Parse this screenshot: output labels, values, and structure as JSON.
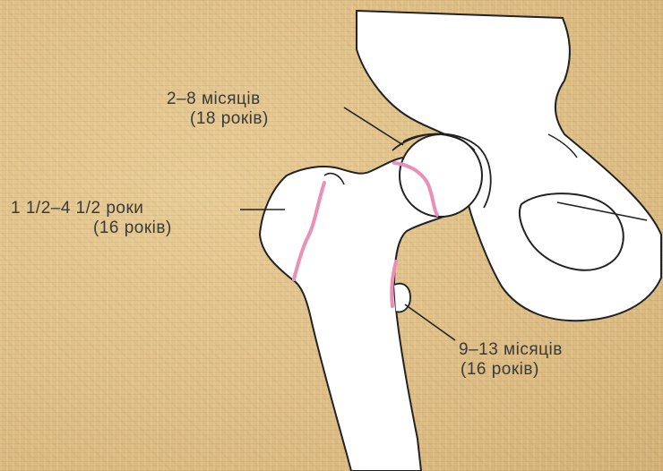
{
  "labels": {
    "head": {
      "line1": "2–8 місяців",
      "line2": "(18 років)"
    },
    "greater_trochanter": {
      "line1": "1 1/2–4 1/2 роки",
      "line2": "(16 років)"
    },
    "lesser_trochanter": {
      "line1": "9–13 місяців",
      "line2": "(16 років)"
    }
  },
  "colors": {
    "background": "#e1c38d",
    "bone_fill": "#ffffff",
    "outline": "#222222",
    "growth_plate": "#e98fb8",
    "label_text": "#3a3a3a"
  }
}
